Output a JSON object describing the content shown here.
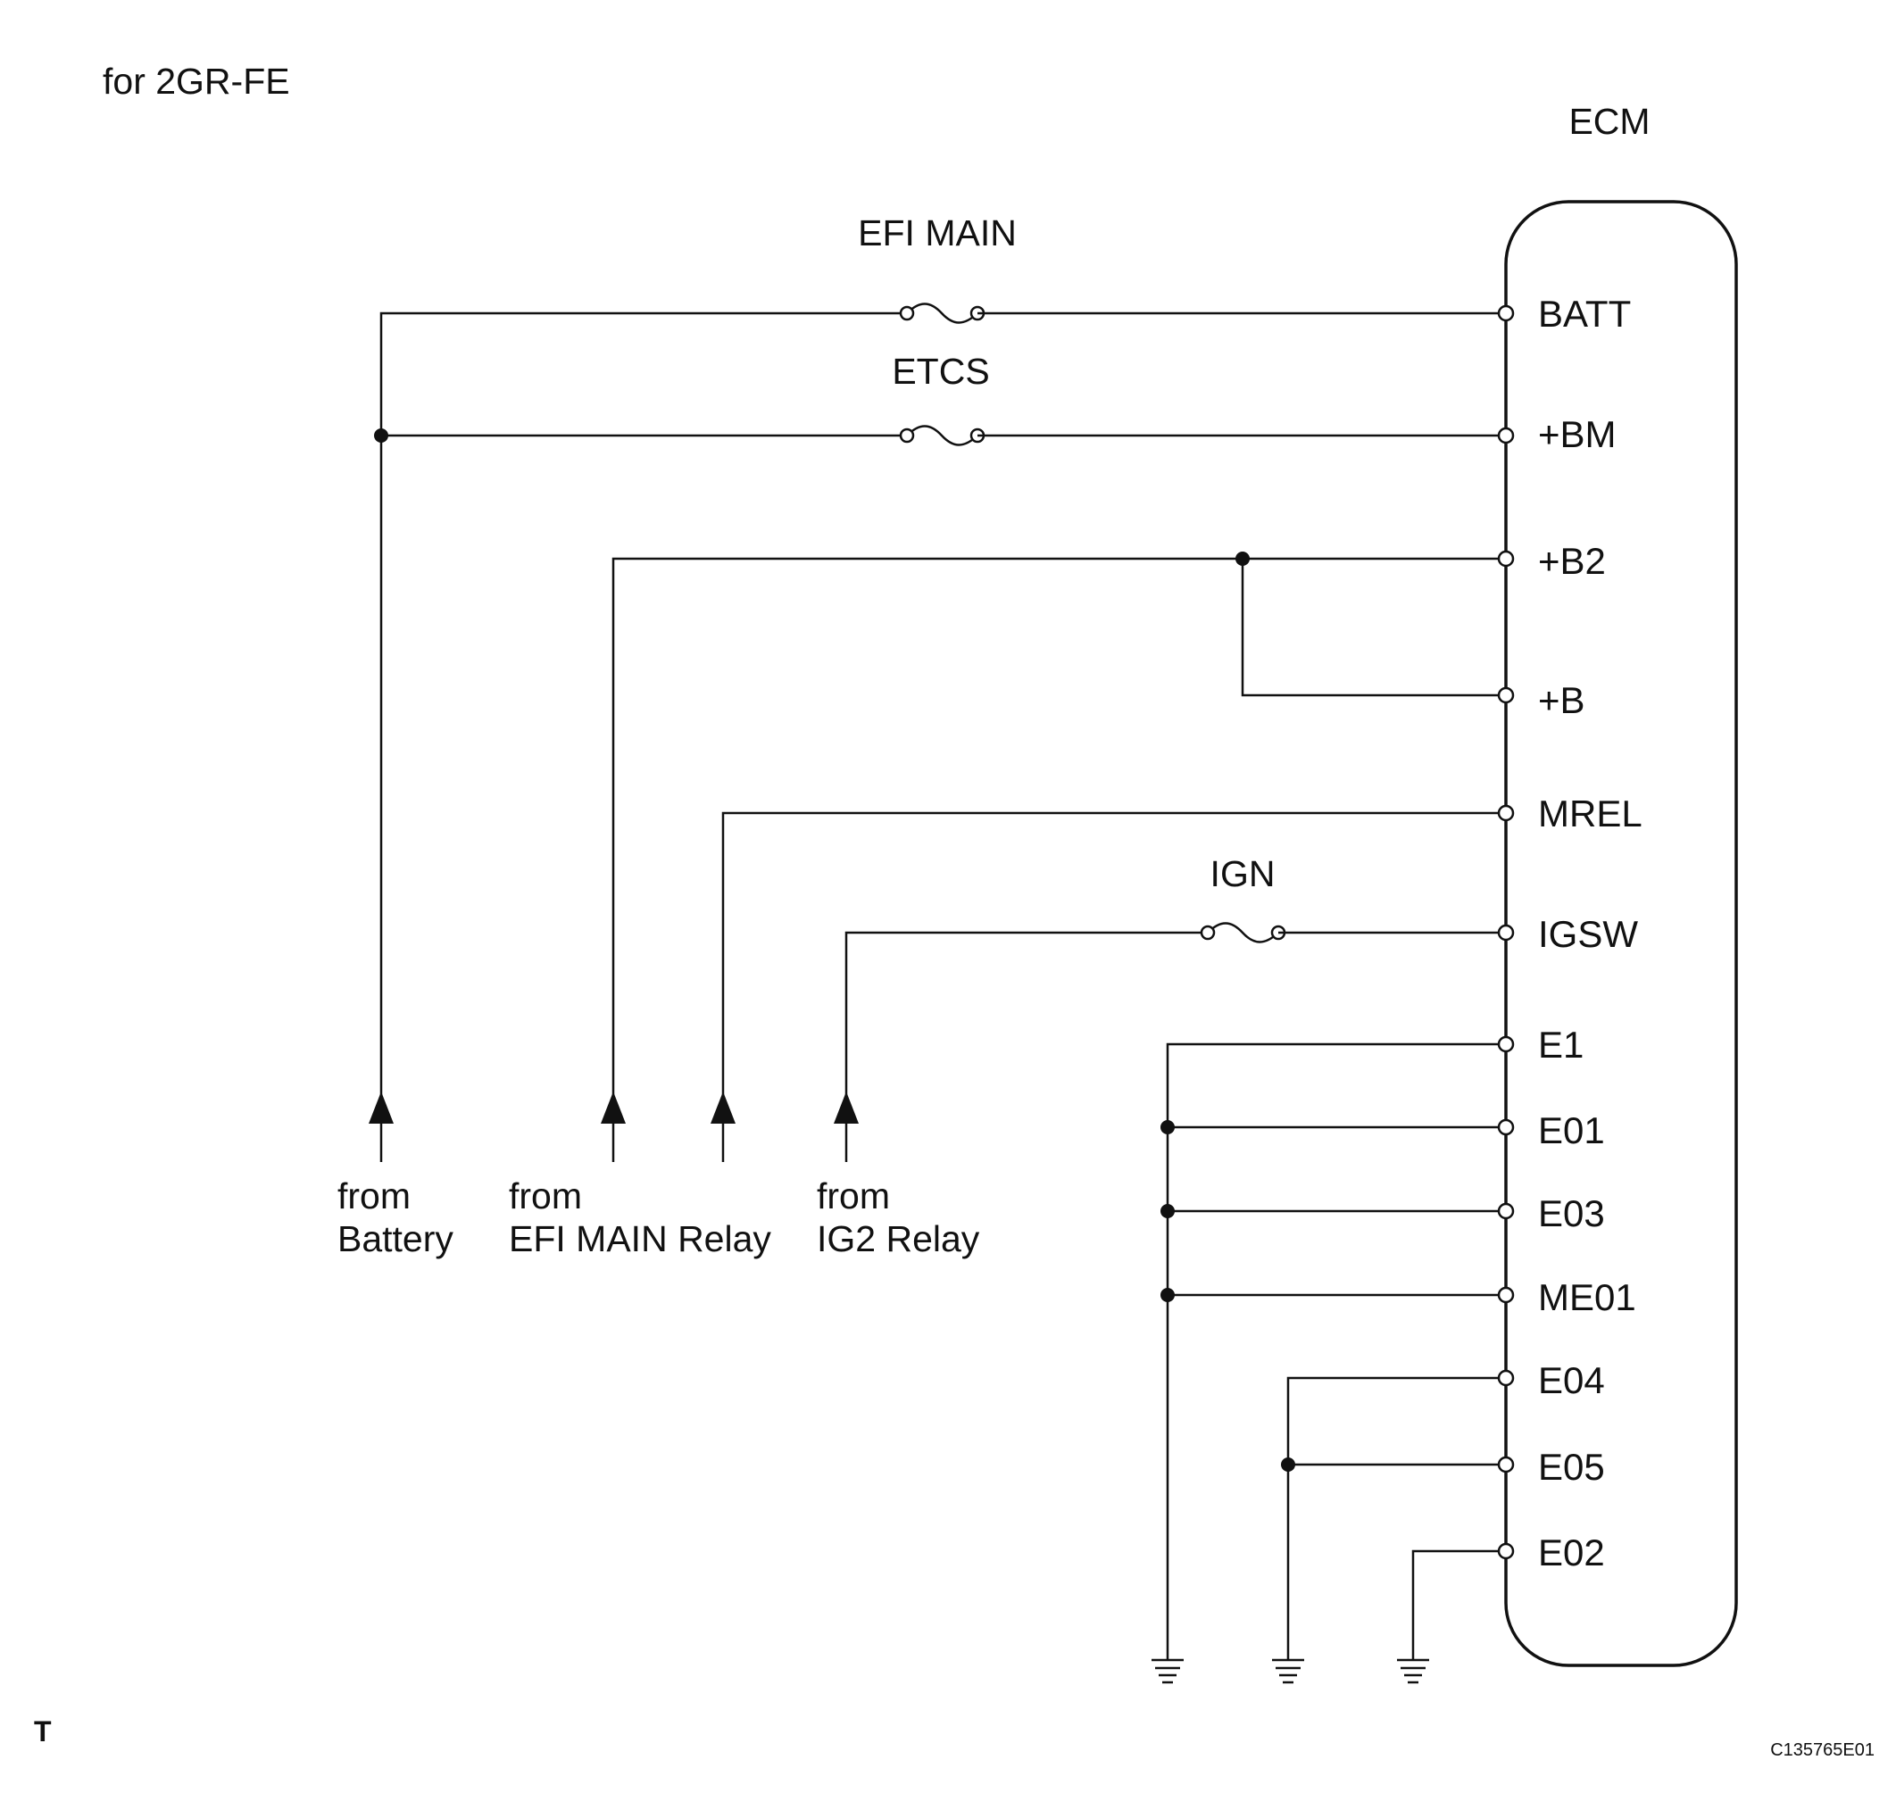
{
  "header": {
    "variant_label": "for 2GR-FE"
  },
  "ecm": {
    "label": "ECM",
    "pins": [
      "BATT",
      "+BM",
      "+B2",
      "+B",
      "MREL",
      "IGSW",
      "E1",
      "E01",
      "E03",
      "ME01",
      "E04",
      "E05",
      "E02"
    ]
  },
  "fuses": {
    "efi_main": "EFI MAIN",
    "etcs": "ETCS",
    "ign": "IGN"
  },
  "sources": {
    "battery": {
      "line1": "from",
      "line2": "Battery"
    },
    "efi_main_relay": {
      "line1": "from",
      "line2": "EFI MAIN Relay"
    },
    "ig2_relay": {
      "line1": "from",
      "line2": "IG2 Relay"
    }
  },
  "footer": {
    "corner_mark": "T",
    "figure_code": "C135765E01"
  }
}
